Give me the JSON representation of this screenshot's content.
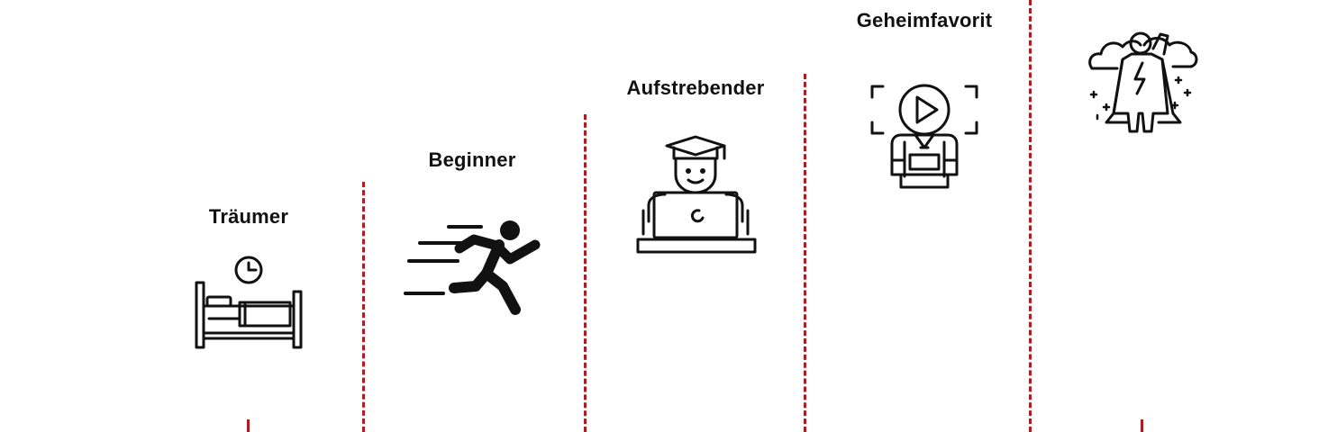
{
  "colors": {
    "divider": "#b01c24",
    "ink": "#111111",
    "background": "#ffffff"
  },
  "stages": [
    {
      "label": "Träumer",
      "icon": "bed-clock-icon"
    },
    {
      "label": "Beginner",
      "icon": "running-person-icon"
    },
    {
      "label": "Aufstrebender",
      "icon": "graduate-laptop-icon"
    },
    {
      "label": "Geheimfavorit",
      "icon": "video-presenter-icon"
    },
    {
      "label": "",
      "icon": "superhero-clouds-icon"
    }
  ]
}
